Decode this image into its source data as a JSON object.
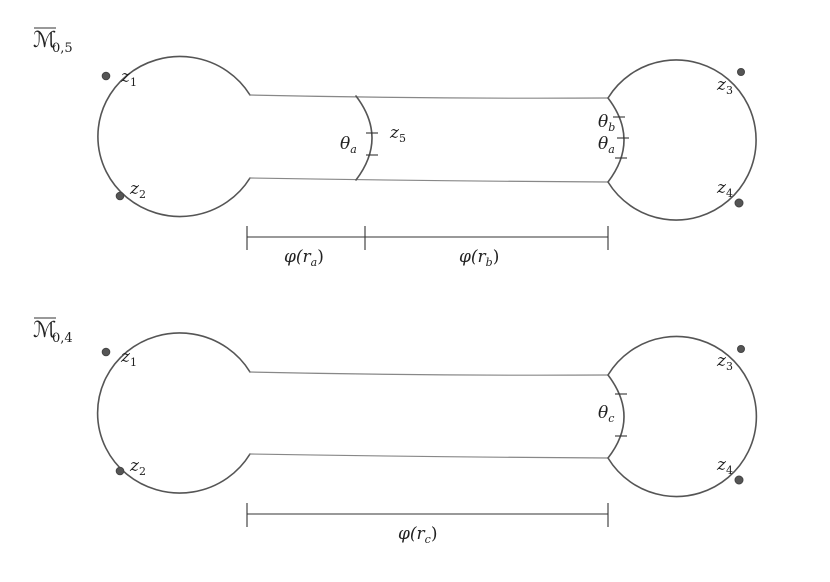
{
  "panels": [
    {
      "space_label": {
        "base": "ℳ",
        "sub": "0,5"
      },
      "points": [
        {
          "name": "z",
          "index": "1"
        },
        {
          "name": "z",
          "index": "2"
        },
        {
          "name": "z",
          "index": "3"
        },
        {
          "name": "z",
          "index": "4"
        },
        {
          "name": "z",
          "index": "5"
        }
      ],
      "angles": [
        {
          "name": "θ",
          "index": "a"
        },
        {
          "name": "θ",
          "index": "b"
        },
        {
          "name": "θ",
          "index": "a"
        }
      ],
      "lengths": [
        {
          "text": "φ(r",
          "sub": "a",
          "close": ")"
        },
        {
          "text": "φ(r",
          "sub": "b",
          "close": ")"
        }
      ]
    },
    {
      "space_label": {
        "base": "ℳ",
        "sub": "0,4"
      },
      "points": [
        {
          "name": "z",
          "index": "1"
        },
        {
          "name": "z",
          "index": "2"
        },
        {
          "name": "z",
          "index": "3"
        },
        {
          "name": "z",
          "index": "4"
        }
      ],
      "angles": [
        {
          "name": "θ",
          "index": "c"
        }
      ],
      "lengths": [
        {
          "text": "φ(r",
          "sub": "c",
          "close": ")"
        }
      ]
    }
  ]
}
